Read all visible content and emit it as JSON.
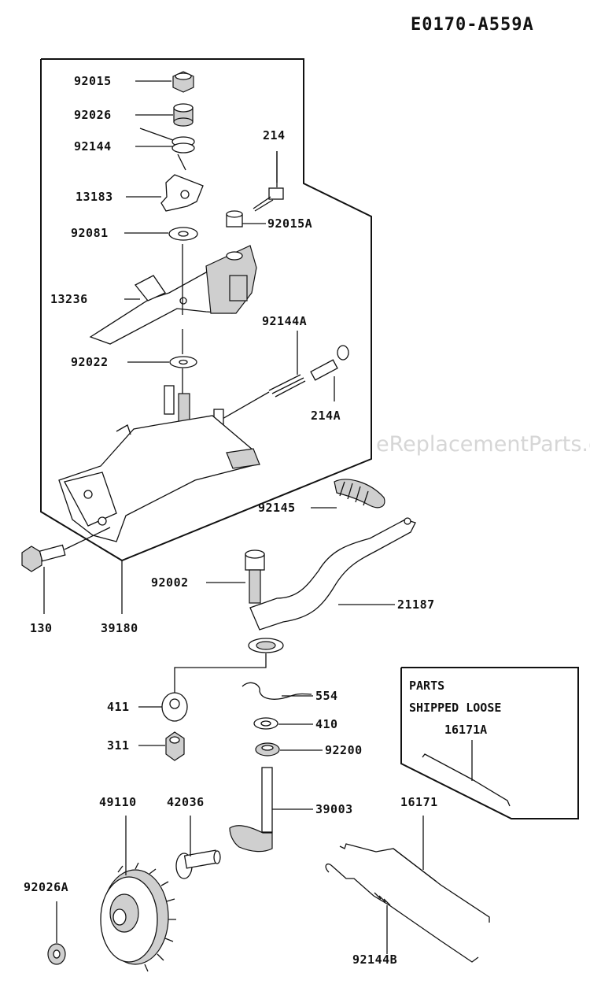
{
  "diagram_code": "E0170-A559A",
  "watermark": "eReplacementParts.com",
  "loose_box": {
    "line1": "PARTS",
    "line2": "SHIPPED LOOSE",
    "part": "16171A"
  },
  "parts": {
    "p92015": "92015",
    "p92026": "92026",
    "p92144": "92144",
    "p214": "214",
    "p13183": "13183",
    "p92015A": "92015A",
    "p92081": "92081",
    "p13236": "13236",
    "p92144A": "92144A",
    "p92022": "92022",
    "p214A": "214A",
    "p92145": "92145",
    "p130": "130",
    "p39180": "39180",
    "p92002": "92002",
    "p21187": "21187",
    "p554": "554",
    "p411": "411",
    "p410": "410",
    "p311": "311",
    "p92200": "92200",
    "p49110": "49110",
    "p42036": "42036",
    "p39003": "39003",
    "p16171": "16171",
    "p92026A": "92026A",
    "p92144B": "92144B"
  }
}
